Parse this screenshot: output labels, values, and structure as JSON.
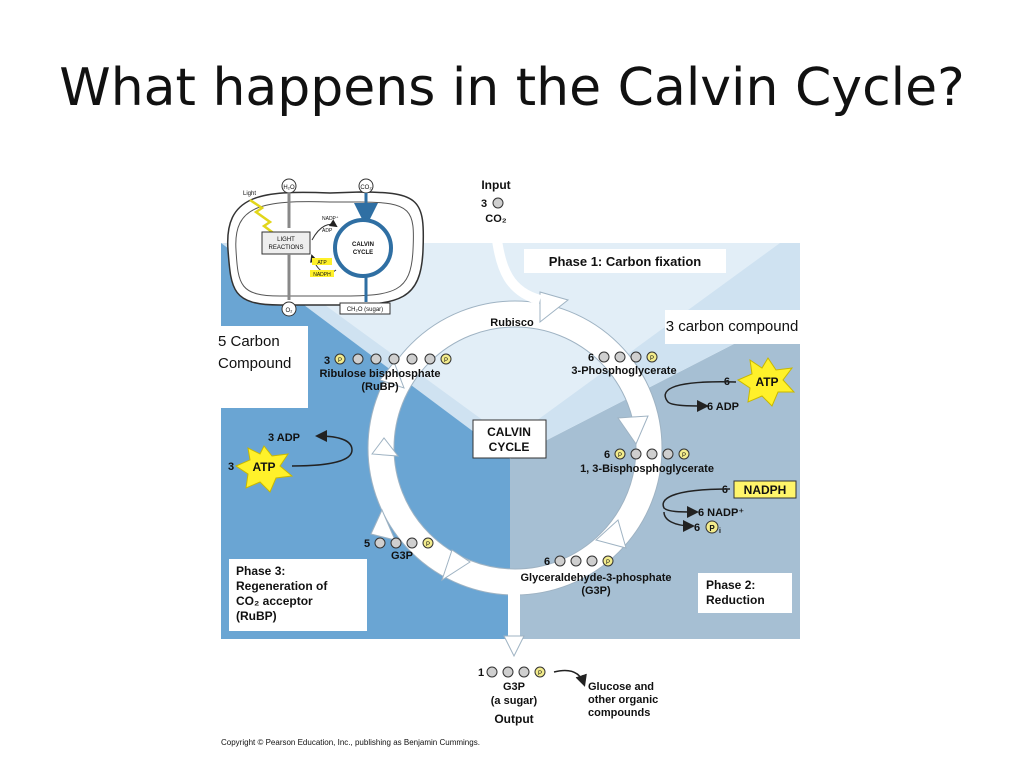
{
  "slide": {
    "title": "What happens in the Calvin Cycle?"
  },
  "inset": {
    "light": "Light",
    "h2o": "H₂O",
    "co2": "CO₂",
    "nadp": "NADP⁺",
    "adp": "ADP",
    "light_reactions_1": "LIGHT",
    "light_reactions_2": "REACTIONS",
    "calvin_1": "CALVIN",
    "calvin_2": "CYCLE",
    "atp": "ATP",
    "nadph": "NADPH",
    "o2": "O₂",
    "sugar": "CH₂O (sugar)"
  },
  "input": {
    "label": "Input",
    "count": "3",
    "molecule": "CO₂"
  },
  "phases": {
    "phase1": "Phase 1: Carbon fixation",
    "phase2_line1": "Phase 2:",
    "phase2_line2": "Reduction",
    "phase3_line1": "Phase 3:",
    "phase3_line2": "Regeneration of",
    "phase3_line3": "CO₂ acceptor",
    "phase3_line4": "(RuBP)"
  },
  "annotations": {
    "three_carbon": "3 carbon compound",
    "five_carbon_1": "5 Carbon",
    "five_carbon_2": "Compound"
  },
  "center": {
    "line1": "CALVIN",
    "line2": "CYCLE"
  },
  "enzyme": "Rubisco",
  "molecules": {
    "rubp_count": "3",
    "rubp_name_1": "Ribulose bisphosphate",
    "rubp_name_2": "(RuBP)",
    "pga_count": "6",
    "pga_name": "3-Phosphoglycerate",
    "bpg_count": "6",
    "bpg_name": "1, 3-Bisphosphoglycerate",
    "g3p_count": "6",
    "g3p_name_1": "Glyceraldehyde-3-phosphate",
    "g3p_name_2": "(G3P)",
    "g3p5_count": "5",
    "g3p5_name": "G3P"
  },
  "cofactors": {
    "atp_in_count": "6",
    "atp": "ATP",
    "adp_out": "6 ADP",
    "nadph_count": "6",
    "nadph": "NADPH",
    "nadp_out": "6 NADP⁺",
    "pi_count": "6",
    "pi": "P",
    "pi_sub": "i",
    "adp3": "3 ADP",
    "atp3_count": "3",
    "atp3": "ATP",
    "phosphate": "P"
  },
  "output": {
    "count": "1",
    "name_1": "G3P",
    "name_2": "(a sugar)",
    "label": "Output",
    "glucose_1": "Glucose and",
    "glucose_2": "other organic",
    "glucose_3": "compounds"
  },
  "copyright": "Copyright © Pearson Education, Inc., publishing as Benjamin Cummings.",
  "colors": {
    "blue_dark": "#6aa5d3",
    "blue_mid": "#9ec4e0",
    "blue_light": "#cfe2f1",
    "gray_blue": "#a6bfd3",
    "atp_yellow": "#fff12a",
    "nadph_yellow": "#fff56a",
    "phosphate": "#f3ec8c"
  }
}
